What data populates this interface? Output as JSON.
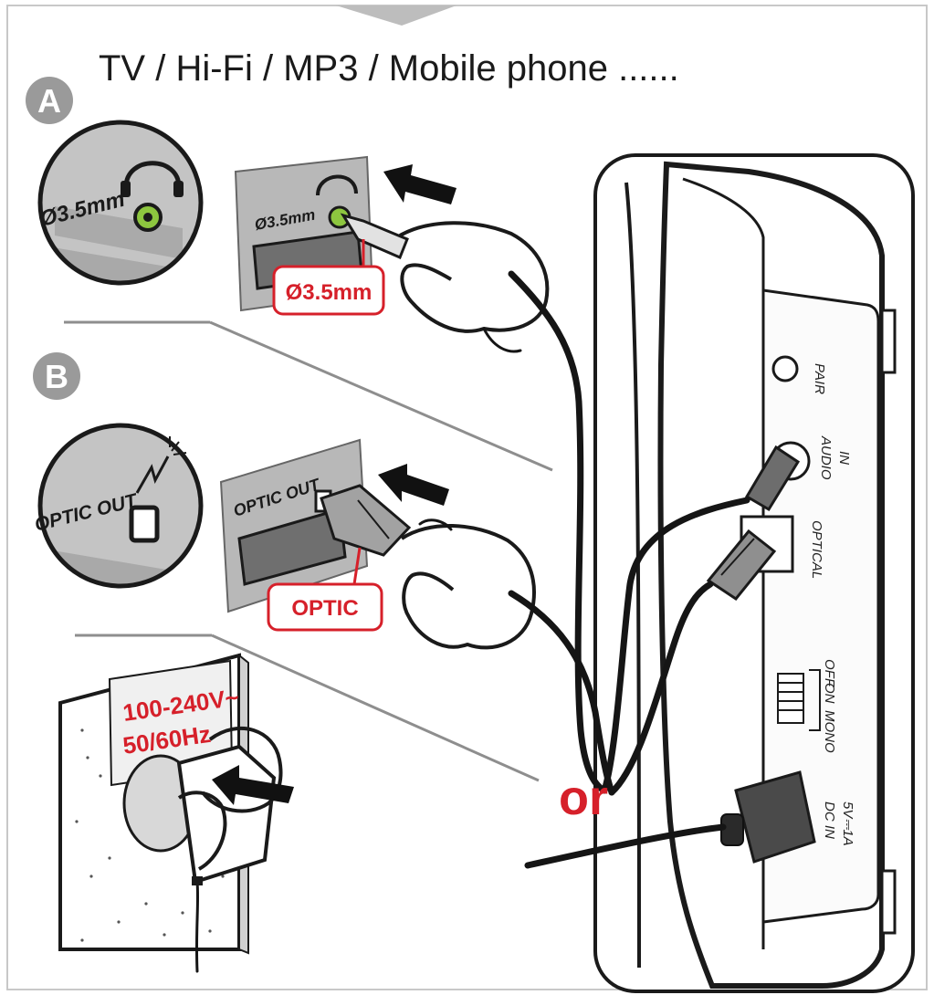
{
  "title": "TV / Hi-Fi / MP3 / Mobile phone ......",
  "steps": {
    "a": {
      "badge": "A",
      "jack_label": "Ø3.5mm",
      "callout": "Ø3.5mm"
    },
    "b": {
      "badge": "B",
      "jack_label": "OPTIC OUT",
      "callout": "OPTIC"
    }
  },
  "power": {
    "voltage": "100-240V~",
    "frequency": "50/60Hz"
  },
  "separator": "or",
  "device_ports": {
    "pair": "PAIR",
    "audio_in_1": "AUDIO",
    "audio_in_2": "IN",
    "optical": "OPTICAL",
    "mono": "MONO",
    "on": "ON",
    "off": "OFF",
    "dc_in": "DC IN",
    "dc_spec": "5V⎓1A"
  },
  "colors": {
    "accent_red": "#d6202a",
    "jack_green": "#8dc63f",
    "badge_gray": "#9a9a9a"
  }
}
